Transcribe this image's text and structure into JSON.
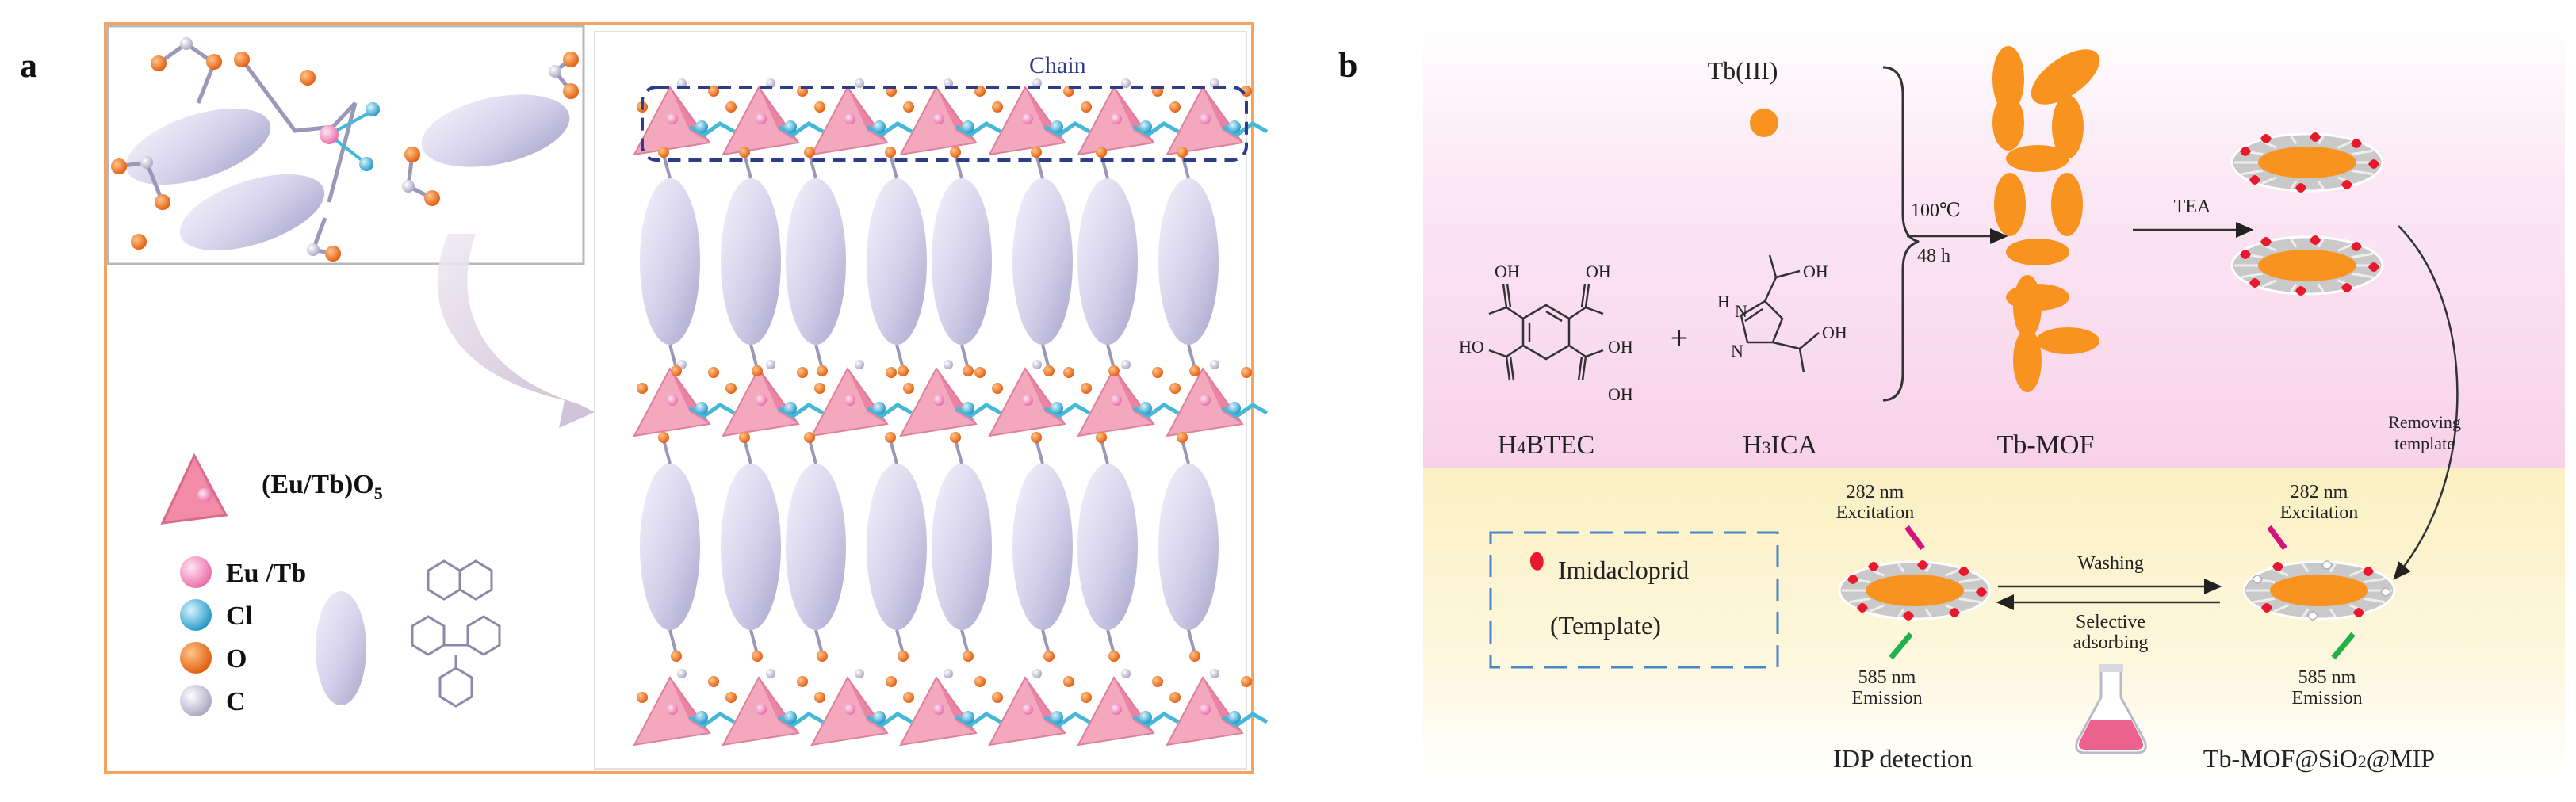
{
  "panel_a": {
    "letter": "a",
    "chain_label": "Chain",
    "legend": {
      "polyhedron_label": "(Eu/Tb)O",
      "polyhedron_sub": "5",
      "atoms": [
        {
          "label": "Eu /Tb",
          "color": "#f49ac1"
        },
        {
          "label": "Cl",
          "color": "#45b8d8"
        },
        {
          "label": "O",
          "color": "#f07a1a"
        },
        {
          "label": "C",
          "color": "#d9d6e8"
        }
      ]
    }
  },
  "panel_b": {
    "letter": "b",
    "tb_label": "Tb(III)",
    "h4btec": {
      "pre": "H",
      "sub": "4",
      "post": "BTEC"
    },
    "h3ica": {
      "pre": "H",
      "sub": "3",
      "post": "ICA"
    },
    "cond_temp": "100℃",
    "cond_time": "48 h",
    "tb_mof": "Tb-MOF",
    "tea": "TEA",
    "removing": [
      "Removing",
      "template"
    ],
    "washing": "Washing",
    "selective": [
      "Selective",
      "adsorbing"
    ],
    "excitation_left": [
      "282 nm",
      "Excitation"
    ],
    "emission_left": [
      "585 nm",
      "Emission"
    ],
    "excitation_right": [
      "282 nm",
      "Excitation"
    ],
    "emission_right": [
      "585 nm",
      "Emission"
    ],
    "idp_detection": "IDP detection",
    "product": {
      "a": "Tb-MOF@SiO",
      "sub": "2",
      "b": "@MIP"
    },
    "legend_box": [
      "Imidacloprid",
      "(Template)"
    ],
    "oh": "OH",
    "ho": "HO",
    "nh": "H",
    "n": "N",
    "plus": "+"
  },
  "colors": {
    "orange": "#f7931e",
    "pink_bg": "#fce3f2",
    "yellow_bg": "#fcf4cf",
    "frame_orange": "#f4a45e",
    "ellipse": "#cdc9e6",
    "red": "#e8192c",
    "magenta": "#d4147a",
    "green": "#1fb24a",
    "dash_blue": "#2f3c8c",
    "light_dash_blue": "#4a86c8"
  }
}
